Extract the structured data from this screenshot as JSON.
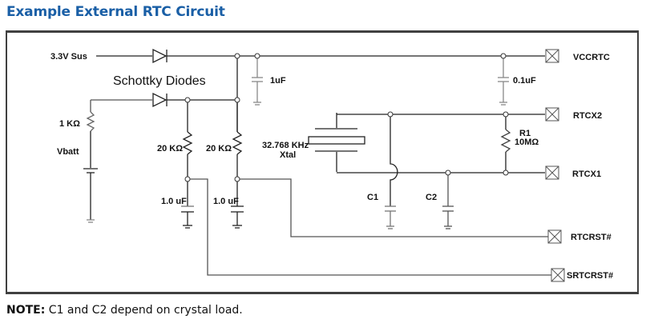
{
  "title": "Example External RTC Circuit",
  "note": {
    "prefix": "NOTE:",
    "text": " C1 and C2 depend on crystal load."
  },
  "schematic": {
    "inputs": {
      "sus": "3.3V Sus"
    },
    "diode_label": "Schottky Diodes",
    "components": {
      "r_batt": "1 KΩ",
      "vbatt": "Vbatt",
      "r20_a": "20 KΩ",
      "r20_b": "20 KΩ",
      "c_a": "1.0 uF",
      "c_b": "1.0 uF",
      "c_1uf": "1uF",
      "c_01uf": "0.1uF",
      "xtal_freq": "32.768 KHz",
      "xtal": "Xtal",
      "c1": "C1",
      "c2": "C2",
      "r1": "R1",
      "r1_value": "10MΩ"
    },
    "pins": {
      "vccrtc": "VCCRTC",
      "rtcx2": "RTCX2",
      "rtcx1": "RTCX1",
      "rtcrst": "RTCRST#",
      "srtcrst": "SRTCRST#"
    }
  }
}
